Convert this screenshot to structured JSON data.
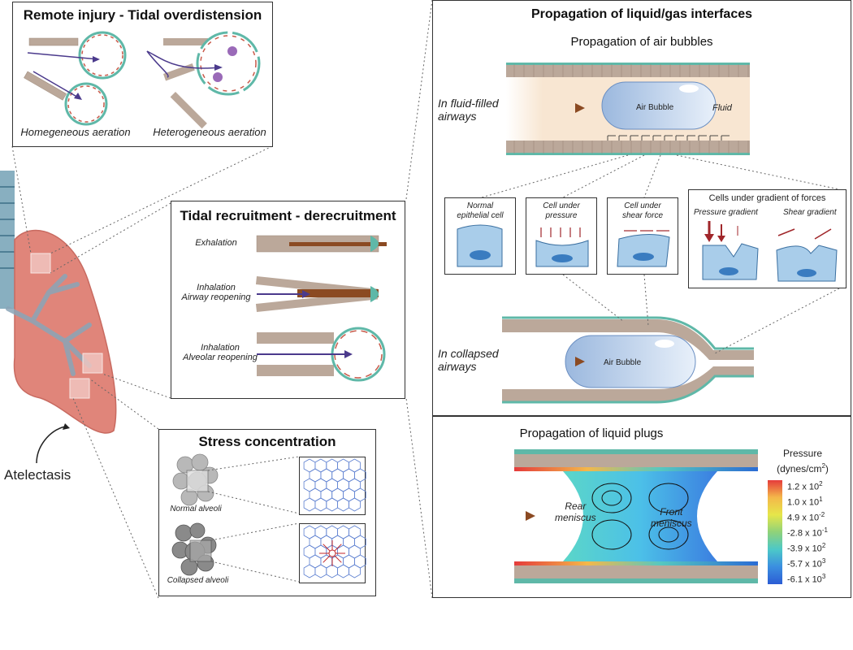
{
  "remote_injury": {
    "title": "Remote injury - Tidal overdistension",
    "homogeneous": "Homegeneous aeration",
    "heterogeneous": "Heterogeneous aeration"
  },
  "tidal": {
    "title": "Tidal recruitment - derecruitment",
    "exhalation": "Exhalation",
    "inhalation1a": "Inhalation",
    "inhalation1b": "Airway reopening",
    "inhalation2a": "Inhalation",
    "inhalation2b": "Alveolar reopening"
  },
  "stress": {
    "title": "Stress concentration",
    "normal": "Normal alveoli",
    "collapsed": "Collapsed alveoli"
  },
  "lung": {
    "atelectasis": "Atelectasis"
  },
  "interfaces": {
    "title": "Propagation of liquid/gas interfaces",
    "bubbles_title": "Propagation of air bubbles",
    "fluid_filled_a": "In fluid-filled",
    "fluid_filled_b": "airways",
    "air_bubble": "Air Bubble",
    "fluid": "Fluid",
    "collapsed_a": "In collapsed",
    "collapsed_b": "airways",
    "air_bubble2": "Air Bubble",
    "cells": {
      "normal_a": "Normal",
      "normal_b": "epithelial cell",
      "pressure_a": "Cell under",
      "pressure_b": "pressure",
      "shear_a": "Cell under",
      "shear_b": "shear force",
      "gradient_title": "Cells under gradient of forces",
      "pressure_gradient": "Pressure gradient",
      "shear_gradient": "Shear gradient"
    }
  },
  "plugs": {
    "title": "Propagation of liquid plugs",
    "rear_a": "Rear",
    "rear_b": "meniscus",
    "front_a": "Front",
    "front_b": "meniscus",
    "legend_title_a": "Pressure",
    "legend_title_b": "(dynes/cm",
    "legend_title_sup": "2",
    "legend_title_c": ")",
    "ticks": [
      {
        "base": "1.2 x 10",
        "exp": "2"
      },
      {
        "base": "1.0 x 10",
        "exp": "1"
      },
      {
        "base": "4.9 x 10",
        "exp": "-2"
      },
      {
        "base": "-2.8 x 10",
        "exp": "-1"
      },
      {
        "base": "-3.9 x 10",
        "exp": "2"
      },
      {
        "base": "-5.7 x 10",
        "exp": "3"
      },
      {
        "base": "-6.1 x 10",
        "exp": "3"
      }
    ]
  },
  "colors": {
    "epithelium": "#bba89a",
    "membrane": "#5fb8a8",
    "arrow_purple": "#4b3a8c",
    "arrow_brown": "#8b4a22",
    "lung": "#e0857a",
    "fluid": "#f8e6d2"
  }
}
